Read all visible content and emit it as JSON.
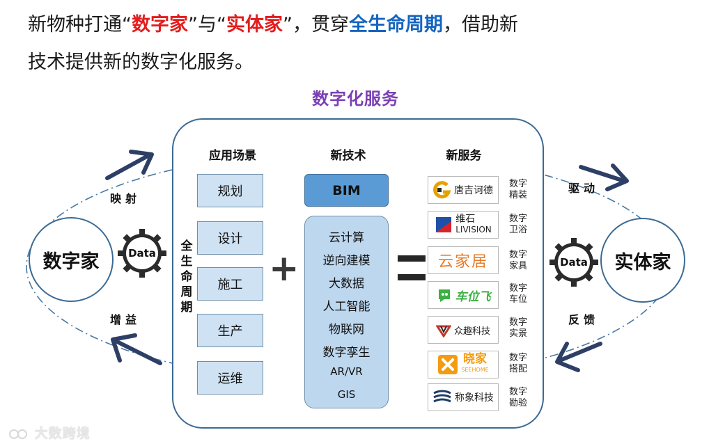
{
  "header": {
    "line1_a": "新物种打通“",
    "line1_b": "数字家",
    "line1_c": "”与“",
    "line1_d": "实体家",
    "line1_e": "”，贯穿",
    "line1_f": "全生命周期",
    "line1_g": "，借助新",
    "line2": "技术提供新的数字化服务。"
  },
  "diagram": {
    "title": "数字化服务",
    "col_scene": "应用场景",
    "col_tech": "新技术",
    "col_service": "新服务",
    "scenes": [
      "规划",
      "设计",
      "施工",
      "生产",
      "运维"
    ],
    "lifecycle_chars": [
      "全",
      "生",
      "命",
      "周",
      "期"
    ],
    "bim": "BIM",
    "techs": [
      "云计算",
      "逆向建模",
      "大数据",
      "人工智能",
      "物联网",
      "数字孪生",
      "AR/VR",
      "GIS"
    ],
    "plus": "+",
    "logos": [
      "唐吉诃德",
      "维石",
      "LIVISION",
      "云家居",
      "车位飞",
      "众趣科技",
      "晓家",
      "SEEHOME",
      "称象科技"
    ],
    "services": [
      [
        "数字",
        "精装"
      ],
      [
        "数字",
        "卫浴"
      ],
      [
        "数字",
        "家具"
      ],
      [
        "数字",
        "车位"
      ],
      [
        "数字",
        "实景"
      ],
      [
        "数字",
        "搭配"
      ],
      [
        "数字",
        "勘验"
      ]
    ],
    "left_node": "数字家",
    "right_node": "实体家",
    "gear_label": "Data",
    "arrow_top_left": "映射",
    "arrow_bottom_left": "增益",
    "arrow_top_right": "驱动",
    "arrow_bottom_right": "反馈"
  },
  "watermark": "大数跨境",
  "colors": {
    "red": "#e31c1c",
    "blue": "#1565c0",
    "purple": "#7b3fb5",
    "navy": "#2e3f66",
    "box_light": "#cfe2f3",
    "tech_bg": "#bdd7ee",
    "bim_bg": "#5b9bd5"
  }
}
